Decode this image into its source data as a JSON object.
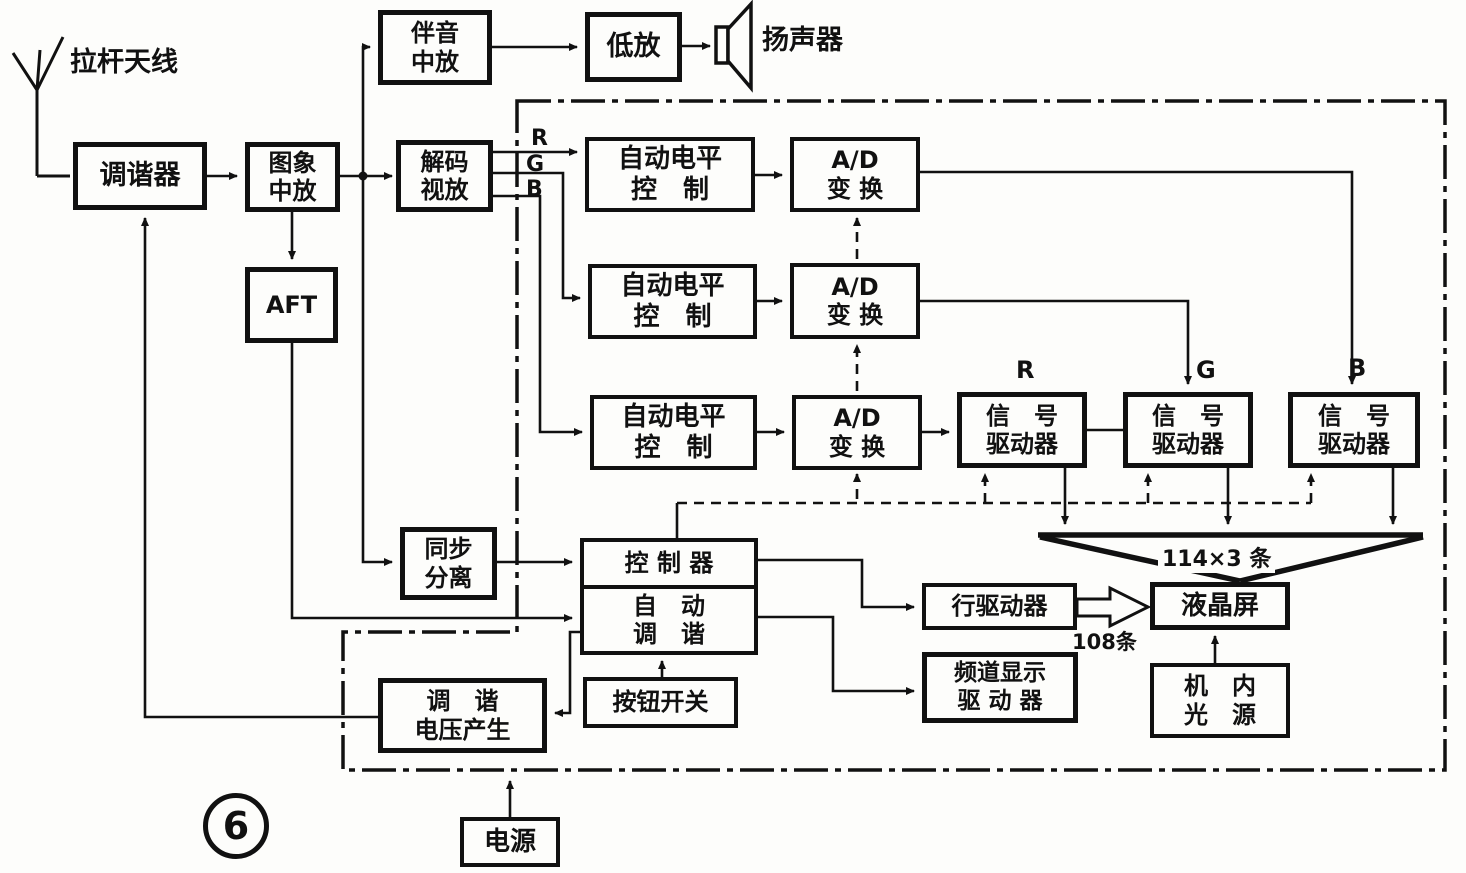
{
  "figure_number": "6",
  "labels": {
    "antenna": "拉杆天线",
    "speaker": "扬声器",
    "rgb_source": {
      "r": "R",
      "g": "G",
      "b": "B"
    },
    "rgb_drivers": {
      "r": "R",
      "g": "G",
      "b": "B"
    },
    "funnel_lines": "114×3 条",
    "row_lines": "108条"
  },
  "blocks": {
    "tuner": {
      "label": "调谐器"
    },
    "picture_if_amp": {
      "label": "图象\n中放"
    },
    "aft": {
      "label": "AFT"
    },
    "sound_if_amp": {
      "label": "伴音\n中放"
    },
    "audio_amp": {
      "label": "低放"
    },
    "decoder_video_amp": {
      "label": "解码\n视放"
    },
    "alc_r": {
      "label": "自动电平\n控　制"
    },
    "alc_g": {
      "label": "自动电平\n控　制"
    },
    "alc_b": {
      "label": "自动电平\n控　制"
    },
    "adc_r": {
      "label": "A/D\n变 换"
    },
    "adc_g": {
      "label": "A/D\n变 换"
    },
    "adc_b": {
      "label": "A/D\n变 换"
    },
    "signal_driver_r": {
      "label": "信　号\n驱动器"
    },
    "signal_driver_g": {
      "label": "信　号\n驱动器"
    },
    "signal_driver_b": {
      "label": "信　号\n驱动器"
    },
    "sync_separator": {
      "label": "同步\n分离"
    },
    "controller": {
      "label": "控 制 器"
    },
    "auto_tuning": {
      "label": "自　动\n调　谐"
    },
    "button_switch": {
      "label": "按钮开关"
    },
    "tuning_voltage_gen": {
      "label": "调　谐\n电压产生"
    },
    "row_driver": {
      "label": "行驱动器"
    },
    "channel_display_driver": {
      "label": "频道显示\n驱 动 器"
    },
    "lcd_panel": {
      "label": "液晶屏"
    },
    "internal_light_source": {
      "label": "机　内\n光　源"
    },
    "power_supply": {
      "label": "电源"
    }
  }
}
